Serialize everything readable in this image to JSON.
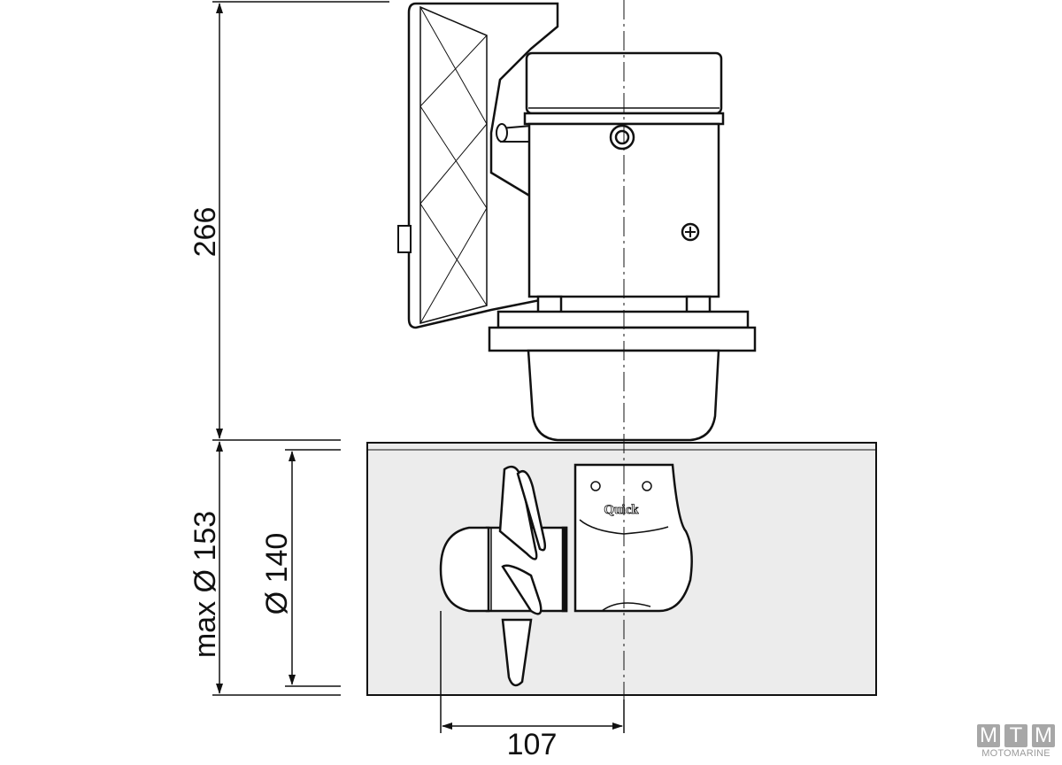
{
  "drawing": {
    "dimensions": {
      "height_total": "266",
      "tunnel_max_diameter": "max Ø 153",
      "propeller_diameter": "Ø 140",
      "prop_offset": "107"
    },
    "brand_mark": "Quick",
    "colors": {
      "line": "#111111",
      "tunnel_fill": "#ececec",
      "logo": "#a7a7a7"
    }
  },
  "watermark": {
    "letters": [
      "M",
      "T",
      "M"
    ],
    "subtitle": "MOTOMARINE"
  }
}
